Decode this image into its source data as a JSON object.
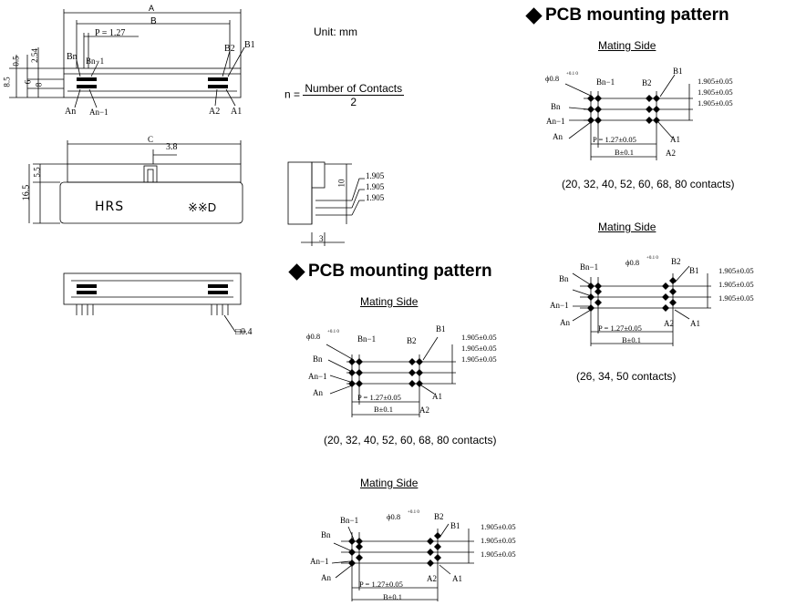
{
  "unit_text": "Unit: mm",
  "formula": {
    "lhs": "n =",
    "numerator": "Number of Contacts",
    "denominator": "2"
  },
  "top_view": {
    "A": "A",
    "B": "B",
    "P": "P = 1.27",
    "Bn": "Bn",
    "Bn1": "Bn−1",
    "B2": "B2",
    "B1": "B1",
    "An": "An",
    "An1": "An−1",
    "A2": "A2",
    "A1": "A1",
    "dims": [
      "0.5",
      "2.54",
      "8.5",
      "6",
      "8"
    ]
  },
  "front_view": {
    "C": "C",
    "d38": "3.8",
    "d55": "5.5",
    "d165": "16.5",
    "logo": "HRS",
    "mark": "※※D"
  },
  "bottom_view": {
    "pin": "□0.4"
  },
  "side_view": {
    "d10": "10",
    "d3": "3",
    "p1": "1.905",
    "p2": "1.905",
    "p3": "1.905"
  },
  "sections": [
    {
      "heading": "PCB mounting pattern",
      "mating_side": "Mating Side",
      "labels": {
        "dia": "ϕ0.8",
        "tol": "+0.1 0",
        "Bn1": "Bn−1",
        "Bn": "Bn",
        "An1": "An−1",
        "An": "An",
        "B2": "B2",
        "B1": "B1",
        "A2": "A2",
        "A1": "A1",
        "P": "P = 1.27±0.05",
        "B": "B±0.1",
        "r1": "1.905±0.05",
        "r2": "1.905±0.05",
        "r3": "1.905±0.05"
      },
      "caption": "(20, 32, 40, 52, 60, 68, 80 contacts)"
    },
    {
      "heading": "PCB mounting pattern",
      "mating_side": "Mating Side",
      "labels": {
        "dia": "ϕ0.8",
        "tol": "+0.1 0",
        "Bn1": "Bn−1",
        "Bn": "Bn",
        "An1": "An−1",
        "An": "An",
        "B2": "B2",
        "B1": "B1",
        "A2": "A2",
        "A1": "A1",
        "P": "P = 1.27±0.05",
        "B": "B±0.1",
        "r1": "1.905±0.05",
        "r2": "1.905±0.05",
        "r3": "1.905±0.05"
      },
      "caption": "(20, 32, 40, 52, 60, 68, 80 contacts)"
    },
    {
      "mating_side": "Mating Side",
      "labels": {
        "dia": "ϕ0.8",
        "tol": "+0.1 0",
        "Bn1": "Bn−1",
        "Bn": "Bn",
        "An1": "An−1",
        "An": "An",
        "B2": "B2",
        "B1": "B1",
        "A2": "A2",
        "A1": "A1",
        "P": "P = 1.27±0.05",
        "B": "B±0.1",
        "r1": "1.905±0.05",
        "r2": "1.905±0.05",
        "r3": "1.905±0.05"
      },
      "caption": "(26, 34, 50 contacts)"
    },
    {
      "mating_side": "Mating Side",
      "labels": {
        "dia": "ϕ0.8",
        "tol": "+0.1 0",
        "Bn1": "Bn−1",
        "Bn": "Bn",
        "An1": "An−1",
        "An": "An",
        "B2": "B2",
        "B1": "B1",
        "A2": "A2",
        "A1": "A1",
        "P": "P = 1.27±0.05",
        "B": "B±0.1",
        "r1": "1.905±0.05",
        "r2": "1.905±0.05",
        "r3": "1.905±0.05"
      }
    }
  ]
}
